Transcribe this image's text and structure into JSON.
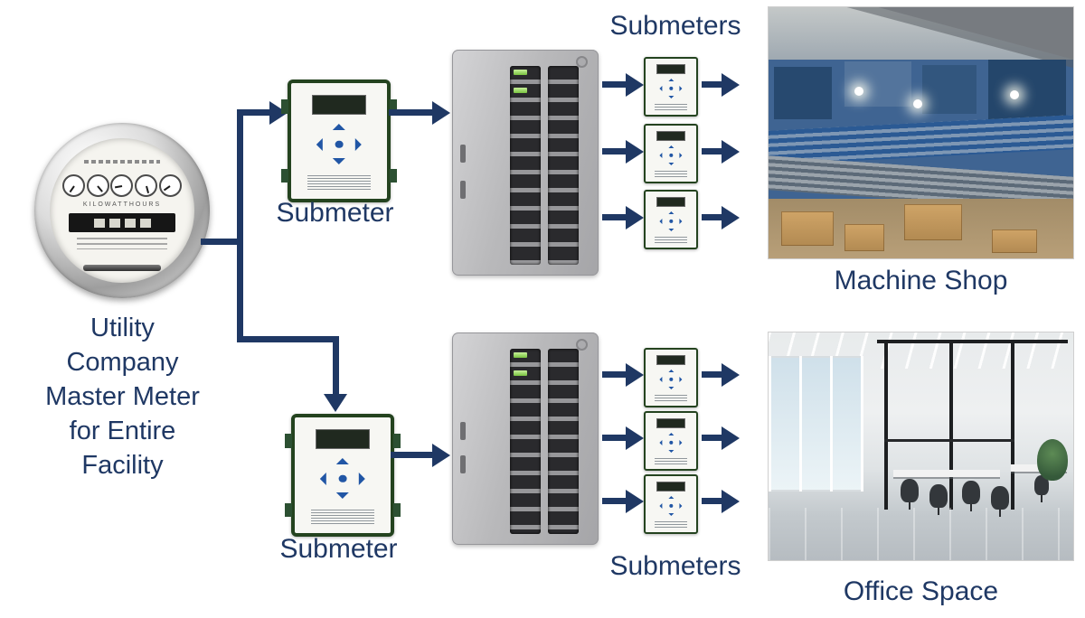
{
  "diagram": {
    "labels": {
      "master_meter": "Utility\nCompany\nMaster Meter\nfor Entire\nFacility",
      "submeter_top": "Submeter",
      "submeter_bottom": "Submeter",
      "submeters_top": "Submeters",
      "submeters_bottom": "Submeters",
      "machine_shop": "Machine Shop",
      "office_space": "Office Space"
    },
    "meter_face_text": "KILOWATTHOURS",
    "colors": {
      "arrow": "#1f3864",
      "label_text": "#1f3864",
      "submeter_frame_green": "#24431f",
      "submeter_button_blue": "#2156a5",
      "panel_gray": "#b9b9bb",
      "breaker_dark": "#2a2a2d",
      "breaker_led_green": "#78c33f"
    }
  }
}
